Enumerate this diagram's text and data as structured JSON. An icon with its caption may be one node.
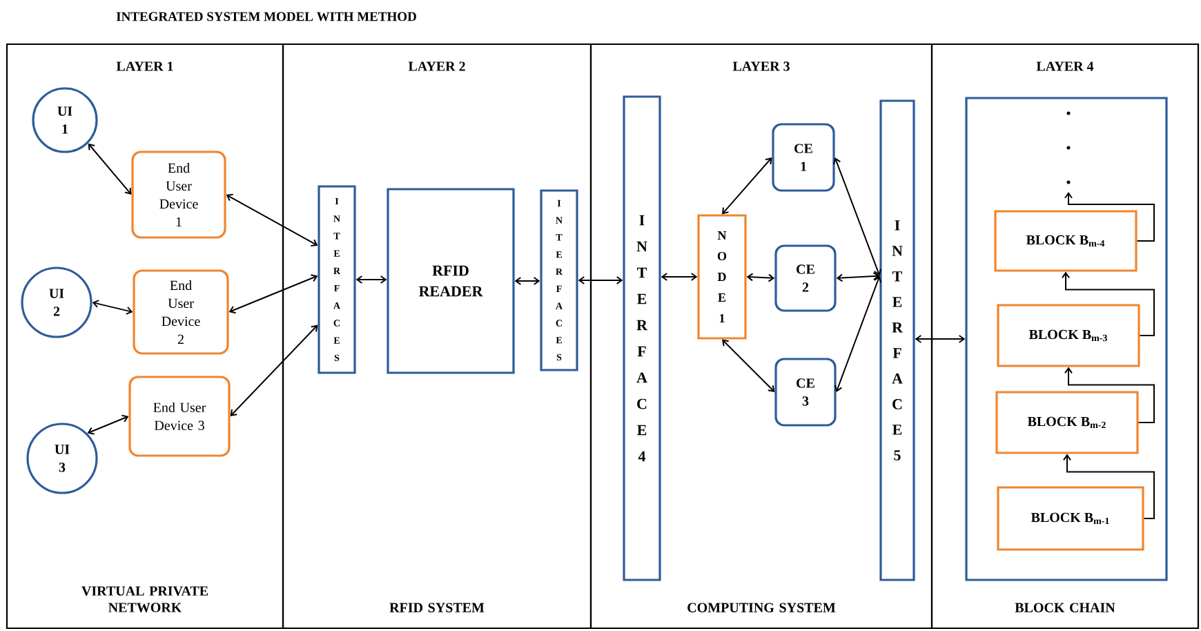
{
  "diagram": {
    "title": "INTEGRATED SYSTEM MODEL WITH METHOD",
    "nodes": [
      {
        "text": [
          "LAYER 1",
          "VIRTUAL PRIVATE NETWORK"
        ]
      },
      {
        "text": [
          "LAYER 2",
          "RFID SYSTEM"
        ]
      },
      {
        "text": [
          "LAYER 3",
          "COMPUTING SYSTEM"
        ]
      },
      {
        "text": [
          "LAYER 4",
          "BLOCK CHAIN"
        ]
      },
      {
        "text": [
          "UI 1"
        ],
        "in": 0
      },
      {
        "text": [
          "End User Device 1"
        ],
        "in": 0
      },
      {
        "text": [
          "UI 2"
        ],
        "in": 0
      },
      {
        "text": [
          "End User Device 2"
        ],
        "in": 0
      },
      {
        "text": [
          "UI 3"
        ],
        "in": 0
      },
      {
        "text": [
          "End User Device 3"
        ],
        "in": 0
      },
      {
        "text": [
          "I N T E R F A C E S"
        ],
        "in": 1
      },
      {
        "text": [
          "RFID READER"
        ],
        "in": 1
      },
      {
        "text": [
          "I N T E R F A C E S"
        ],
        "in": 1
      },
      {
        "text": [
          "I N T E R F A C E 4"
        ],
        "in": 2
      },
      {
        "text": [
          "N O D E 1"
        ],
        "in": 2
      },
      {
        "text": [
          "CE 1"
        ],
        "in": 2
      },
      {
        "text": [
          "CE 2"
        ],
        "in": 2
      },
      {
        "text": [
          "CE 3"
        ],
        "in": 2
      },
      {
        "text": [
          "I N T E R F A C E 5"
        ],
        "in": 2
      },
      {
        "text": [],
        "shape": "box",
        "in": 3
      },
      {
        "text": [
          "BLOCK B$_{m-4}$"
        ],
        "in": 19
      },
      {
        "text": [
          "BLOCK B$_{m-3}$"
        ],
        "in": 19
      },
      {
        "text": [
          "BLOCK B$_{m-2}$"
        ],
        "in": 19
      },
      {
        "text": [
          "BLOCK B$_{m-1}$"
        ],
        "in": 19
      }
    ],
    "edges": [
      {
        "from": 4,
        "to": 5,
        "arrow": "both"
      },
      {
        "from": 6,
        "to": 7,
        "arrow": "both"
      },
      {
        "from": 8,
        "to": 9,
        "arrow": "both"
      },
      {
        "from": 5,
        "to": 10,
        "arrow": "both"
      },
      {
        "from": 7,
        "to": 10,
        "arrow": "both"
      },
      {
        "from": 9,
        "to": 10,
        "arrow": "both"
      },
      {
        "from": 10,
        "to": 11,
        "arrow": "both"
      },
      {
        "from": 11,
        "to": 12,
        "arrow": "both"
      },
      {
        "from": 12,
        "to": 13,
        "arrow": "both"
      },
      {
        "from": 13,
        "to": 14,
        "arrow": "both"
      },
      {
        "from": 14,
        "to": 15,
        "arrow": "both"
      },
      {
        "from": 14,
        "to": 16,
        "arrow": "both"
      },
      {
        "from": 14,
        "to": 17,
        "arrow": "both"
      },
      {
        "from": 15,
        "to": 18,
        "arrow": "both"
      },
      {
        "from": 16,
        "to": 18,
        "arrow": "both"
      },
      {
        "from": 17,
        "to": 18,
        "arrow": "both"
      },
      {
        "from": 18,
        "to": 19,
        "arrow": "both"
      },
      {
        "from": 23,
        "to": 22,
        "arrow": "to"
      },
      {
        "from": 22,
        "to": 21,
        "arrow": "to"
      },
      {
        "from": 21,
        "to": 20,
        "arrow": "to"
      },
      {
        "from": 20,
        "to": null,
        "arrow": "to"
      }
    ]
  }
}
